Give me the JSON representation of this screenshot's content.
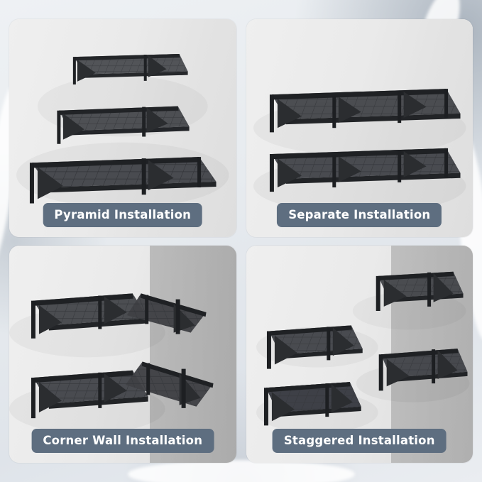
{
  "image": {
    "type": "product-infographic",
    "subject": "wall-mounted wire garage shelving",
    "background_color": "#e8ebef",
    "panel_background": "#e9e9e9",
    "caption_background": "#5e6e80",
    "caption_text_color": "#ffffff",
    "shelf_color": "#2f3134"
  },
  "panels": [
    {
      "id": "pyramid",
      "caption": "Pyramid Installation",
      "position": "top-left",
      "shelf_count": 3,
      "description": "Three shelves mounted in a stepped pyramid layout, smallest on top"
    },
    {
      "id": "separate",
      "caption": "Separate Installation",
      "position": "top-right",
      "shelf_count": 2,
      "description": "Two equal-width shelves stacked one above the other"
    },
    {
      "id": "corner-wall",
      "caption": "Corner Wall Installation",
      "position": "bottom-left",
      "shelf_count": 4,
      "description": "Shelves mounted around an inside wall corner"
    },
    {
      "id": "staggered",
      "caption": "Staggered Installation",
      "position": "bottom-right",
      "shelf_count": 4,
      "description": "Four shelves offset from each other in a staggered arrangement"
    }
  ]
}
